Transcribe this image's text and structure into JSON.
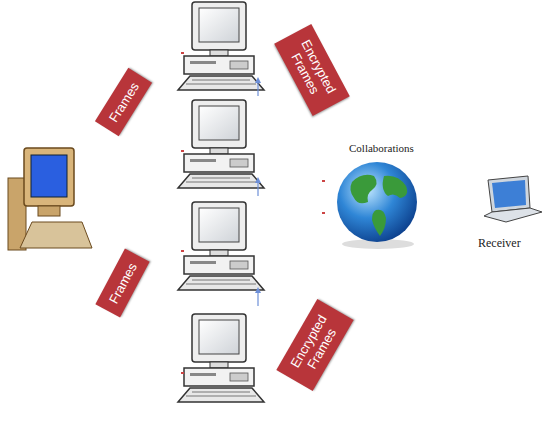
{
  "diagram": {
    "nodes": [
      {
        "text": [
          "Frames"
        ]
      },
      {
        "text": [
          "Frames"
        ]
      },
      {
        "text": [
          "Encrypted Frames"
        ]
      },
      {
        "text": [
          "Encrypted Frames"
        ]
      }
    ],
    "labels": [
      "Collaborations",
      "Receiver"
    ]
  }
}
